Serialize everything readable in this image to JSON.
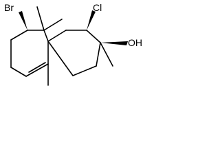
{
  "molecule": {
    "atoms": {
      "bromine": "Br",
      "chlorine": "Cl",
      "hydroxyl": "OH"
    }
  },
  "colors": {
    "bond": "#000000",
    "label": "#000000",
    "background": "#ffffff"
  }
}
